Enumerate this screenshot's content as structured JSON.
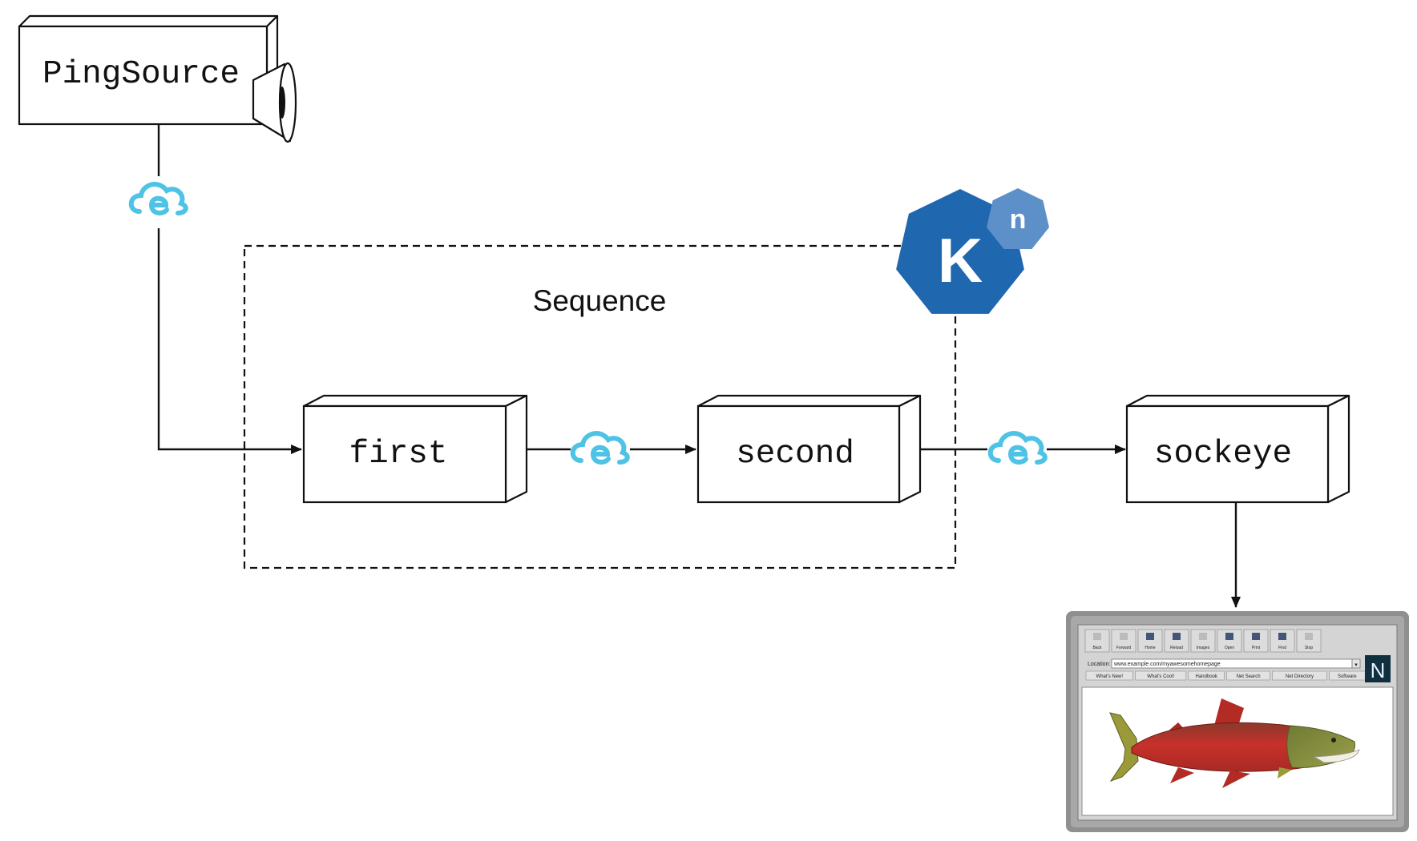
{
  "diagram": {
    "nodes": {
      "ping_source": "PingSource",
      "first": "first",
      "second": "second",
      "sockeye": "sockeye"
    },
    "group_label": "Sequence",
    "logo": {
      "main_letter": "K",
      "badge_letter": "n",
      "color": "#1f67ae",
      "badge_color": "#5d8fc9"
    },
    "event_icon_color": "#4ec3e6",
    "browser": {
      "toolbar_buttons": [
        "Back",
        "Forward",
        "Home",
        "Reload",
        "Images",
        "Open",
        "Print",
        "Find",
        "Stop"
      ],
      "location_label": "Location:",
      "location_value": "www.example.com/myawesomehomepage",
      "personal_links": [
        "What's New!",
        "What's Cool!",
        "Handbook",
        "Net Search",
        "Net Directory",
        "Software"
      ],
      "brand_letter": "N"
    }
  }
}
